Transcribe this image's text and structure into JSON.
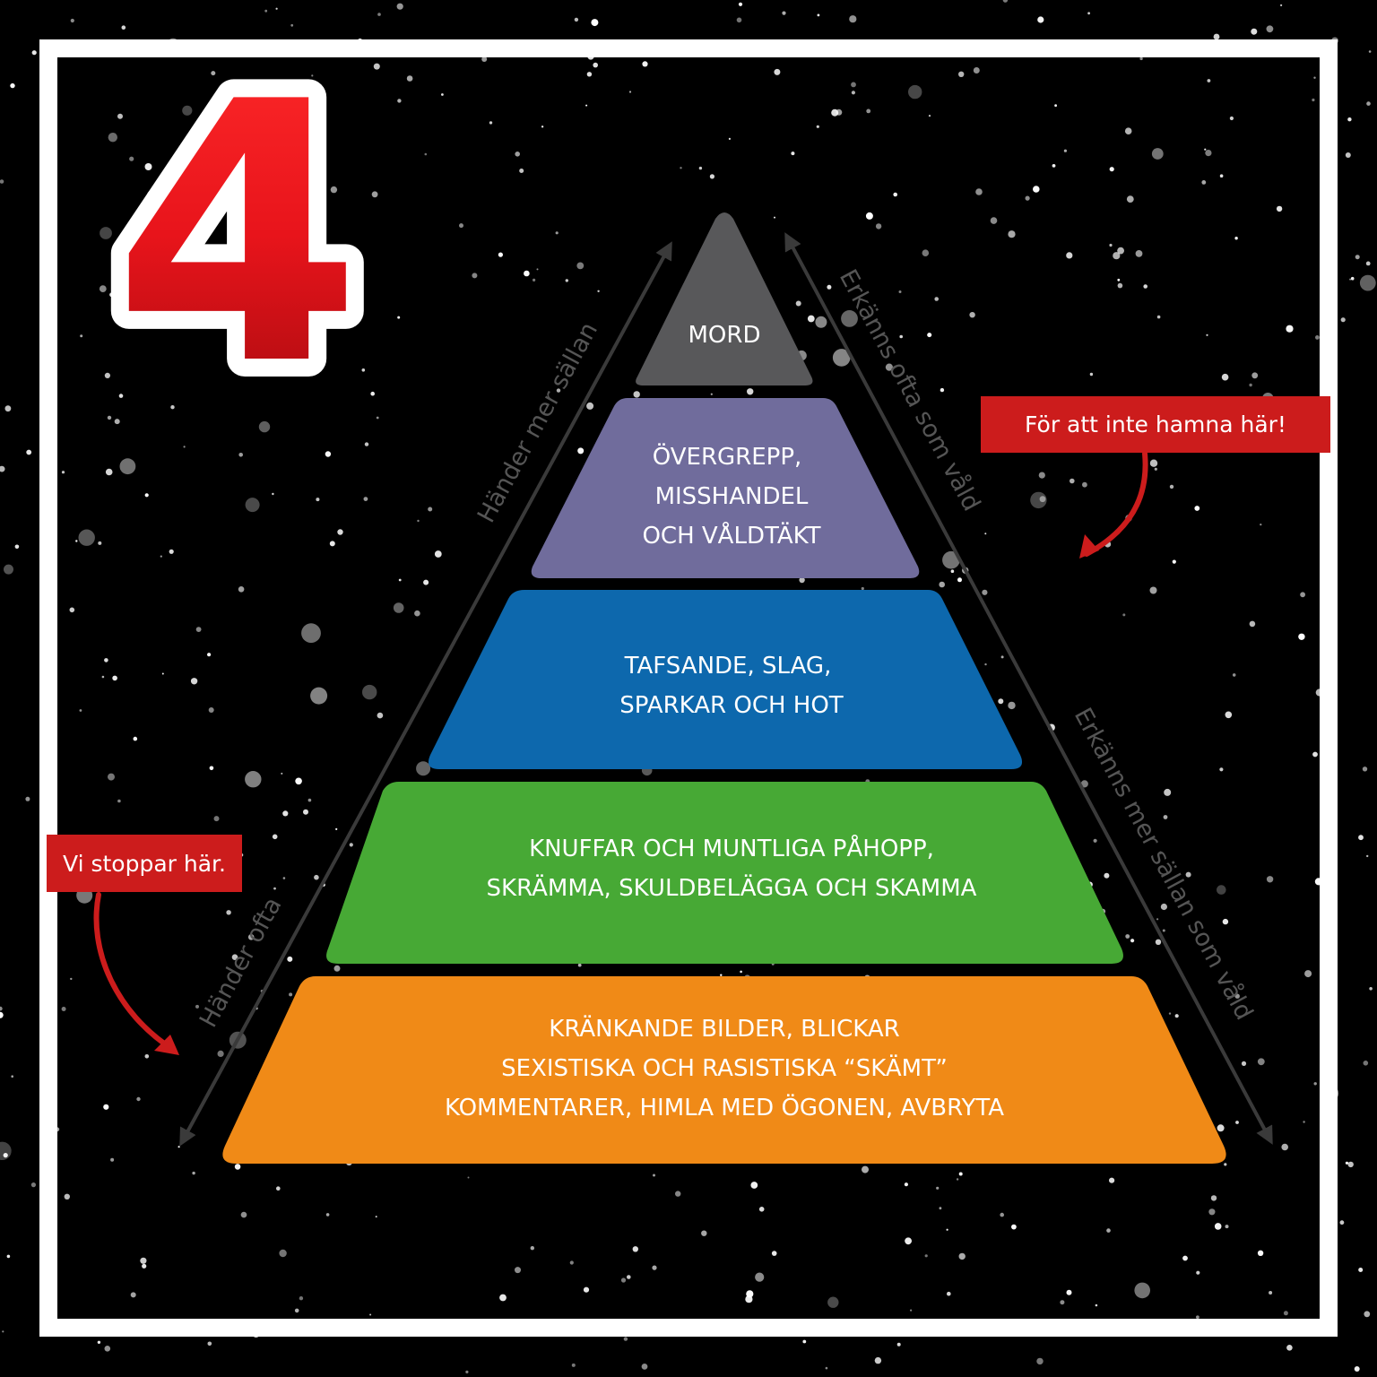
{
  "number": "4",
  "tiers": [
    {
      "id": "mord",
      "lines": [
        "MORD"
      ],
      "color": "#58585a"
    },
    {
      "id": "overgrepp",
      "lines": [
        "ÖVERGREPP,",
        "MISSHANDEL",
        "OCH VÅLDTÄKT"
      ],
      "color": "#706c9c"
    },
    {
      "id": "tafsande",
      "lines": [
        "TAFSANDE, SLAG,",
        "SPARKAR OCH HOT"
      ],
      "color": "#0d68ad"
    },
    {
      "id": "knuffar",
      "lines": [
        "KNUFFAR OCH MUNTLIGA PÅHOPP,",
        "SKRÄMMA, SKULDBELÄGGA OCH SKAMMA"
      ],
      "color": "#47a935"
    },
    {
      "id": "krankande",
      "lines": [
        "KRÄNKANDE BILDER, BLICKAR",
        "SEXISTISKA OCH RASISTISKA “SKÄMT”",
        "KOMMENTARER, HIMLA MED ÖGONEN, AVBRYTA"
      ],
      "color": "#f08a17"
    }
  ],
  "side_labels": {
    "left_upper": "Händer mer sällan",
    "left_lower": "Händer ofta",
    "right_upper": "Erkänns ofta som våld",
    "right_lower": "Erkänns mer sällan som våld"
  },
  "callouts": {
    "top": "För att inte hamna här!",
    "bottom": "Vi stoppar här."
  },
  "colors": {
    "background": "#000000",
    "frame": "#ffffff",
    "callout": "#cc1c1c",
    "number": "#e8141b",
    "arrow": "#3a3a3a",
    "side_label": "#555555"
  }
}
